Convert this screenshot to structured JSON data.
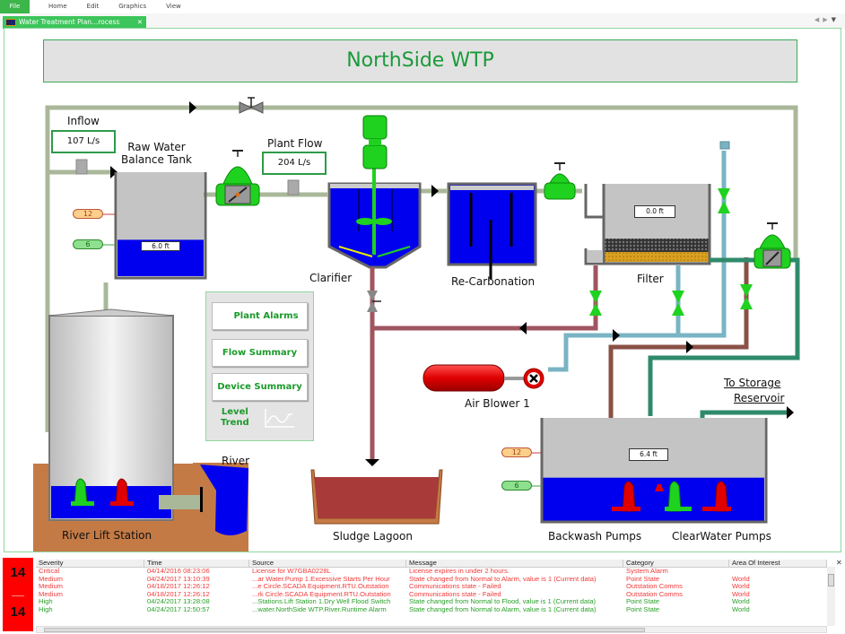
{
  "menu": {
    "items": [
      "File",
      "Home",
      "Edit",
      "Graphics",
      "View"
    ]
  },
  "tab": {
    "title": "Water Treatment Plan...rocess Overview",
    "close": "✕"
  },
  "tabnav": {
    "prev": "◀",
    "next": "▶",
    "menu": "▼"
  },
  "diagram": {
    "title": "NorthSide WTP",
    "labels": {
      "inflow": "Inflow",
      "raw_water_tank": "Raw Water\nBalance Tank",
      "plant_flow": "Plant Flow",
      "clarifier": "Clarifier",
      "recarbonation": "Re-Carbonation",
      "filter": "Filter",
      "air_blower": "Air Blower 1",
      "to_storage": "To Storage",
      "reservoir": "Reservoir",
      "river": "River",
      "river_lift_station": "River Lift Station",
      "sludge_lagoon": "Sludge Lagoon",
      "backwash_pumps": "Backwash Pumps",
      "clearwater_pumps": "ClearWater Pumps"
    },
    "readings": {
      "inflow": "107 L/s",
      "plant_flow": "204 L/s",
      "raw_tank_level": "6.0 ft",
      "filter_level": "0.0 ft",
      "clearwell_level": "6.4 ft"
    },
    "setpoints": {
      "raw_tank_high": "12",
      "raw_tank_low": "6",
      "clearwell_high": "12",
      "clearwell_low": "6"
    },
    "levels": {
      "raw_tank_fill": 0.35,
      "clearwell_fill": 0.42,
      "lift_station_fill": 0.18
    },
    "colors": {
      "water": "#0000ee",
      "running": "#1fd21f",
      "stopped": "#e00000",
      "pipe_raw": "#aab89a",
      "pipe_sludge": "#a05560",
      "pipe_air": "#7ab4c4",
      "pipe_clear": "#2e8a6a",
      "pipe_backwash": "#8a5046"
    }
  },
  "nav": {
    "plant_alarms": "Plant Alarms",
    "flow_summary": "Flow Summary",
    "device_summary": "Device Summary",
    "level_trend": "Level\nTrend"
  },
  "alarms": {
    "count_top": "14",
    "count_bottom": "14",
    "columns": [
      "Severity",
      "Time",
      "Source",
      "Message",
      "Category",
      "Area Of Interest"
    ],
    "rows": [
      {
        "severity": "Critical",
        "time": "04/14/2016 08:23:06",
        "source": "License for W7GBA0228L",
        "message": "License expires in under 2 hours.",
        "category": "System Alarm",
        "area": "",
        "color": "red"
      },
      {
        "severity": "Medium",
        "time": "04/24/2017 13:10:39",
        "source": "...ar Water.Pump 1.Excessive Starts Per Hour",
        "message": "State changed from Normal to Alarm, value is 1 (Current data)",
        "category": "Point State",
        "area": "World",
        "color": "red"
      },
      {
        "severity": "Medium",
        "time": "04/18/2017 12:26:12",
        "source": "...e Circle.SCADA Equipment.RTU.Outstation",
        "message": "Communications state - Failed",
        "category": "Outstation Comms",
        "area": "World",
        "color": "red"
      },
      {
        "severity": "Medium",
        "time": "04/18/2017 12:26:12",
        "source": "...rk Circle.SCADA Equipment.RTU.Outstation",
        "message": "Communications state - Failed",
        "category": "Outstation Comms",
        "area": "World",
        "color": "red"
      },
      {
        "severity": "High",
        "time": "04/24/2017 13:28:08",
        "source": "...Stations.Lift Station 1.Dry Well Flood Switch",
        "message": "State changed from Normal to Flood, value is 1 (Current data)",
        "category": "Point State",
        "area": "World",
        "color": "green"
      },
      {
        "severity": "High",
        "time": "04/24/2017 12:50:57",
        "source": "...water.NorthSide WTP.River.Runtime Alarm",
        "message": "State changed from Normal to Alarm, value is 1 (Current data)",
        "category": "Point State",
        "area": "World",
        "color": "green"
      }
    ],
    "close": "✕"
  }
}
